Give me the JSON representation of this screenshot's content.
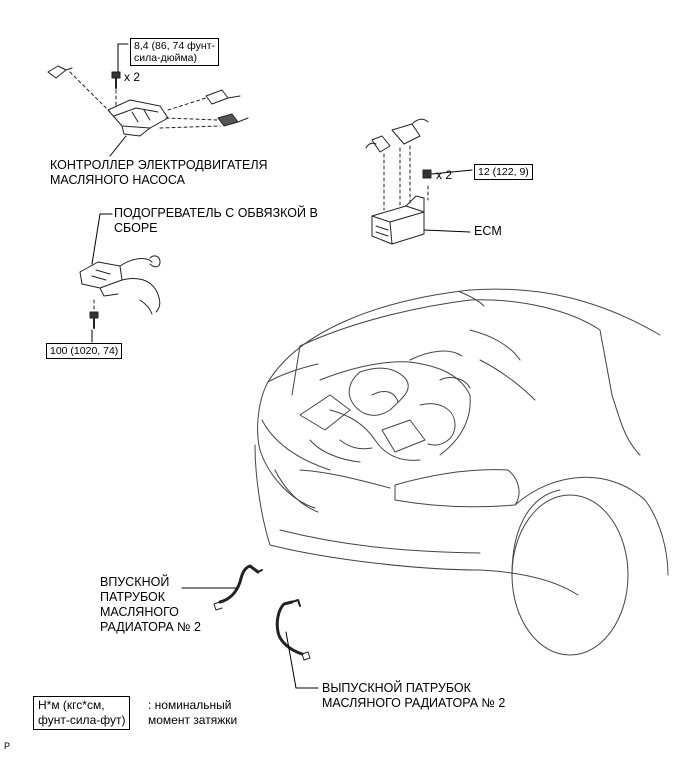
{
  "torque_specs": {
    "controller_bolt": "8,4 (86, 74 фунт-\nсила-дюйма)",
    "ecm_nut": "12 (122, 9)",
    "heater_bolt": "100 (1020, 74)"
  },
  "quantities": {
    "controller_bolt_qty": "x 2",
    "ecm_nut_qty": "x 2"
  },
  "part_labels": {
    "oil_pump_motor_controller": "КОНТРОЛЛЕР ЭЛЕКТРОДВИГАТЕЛЯ\nМАСЛЯНОГО НАСОСА",
    "heater_assembly": "ПОДОГРЕВАТЕЛЬ С ОБВЯЗКОЙ В\nСБОРЕ",
    "ecm": "ECM",
    "oil_cooler_inlet_hose": "ВПУСКНОЙ\nПАТРУБОК\nМАСЛЯНОГО\nРАДИАТОРА № 2",
    "oil_cooler_outlet_hose": "ВЫПУСКНОЙ ПАТРУБОК\nМАСЛЯНОГО РАДИАТОРА № 2"
  },
  "legend": {
    "unit_box": "Н*м (кгс*см,\nфунт-сила-фут)",
    "description": ": номинальный\nмомент затяжки"
  },
  "corner_mark": "P"
}
